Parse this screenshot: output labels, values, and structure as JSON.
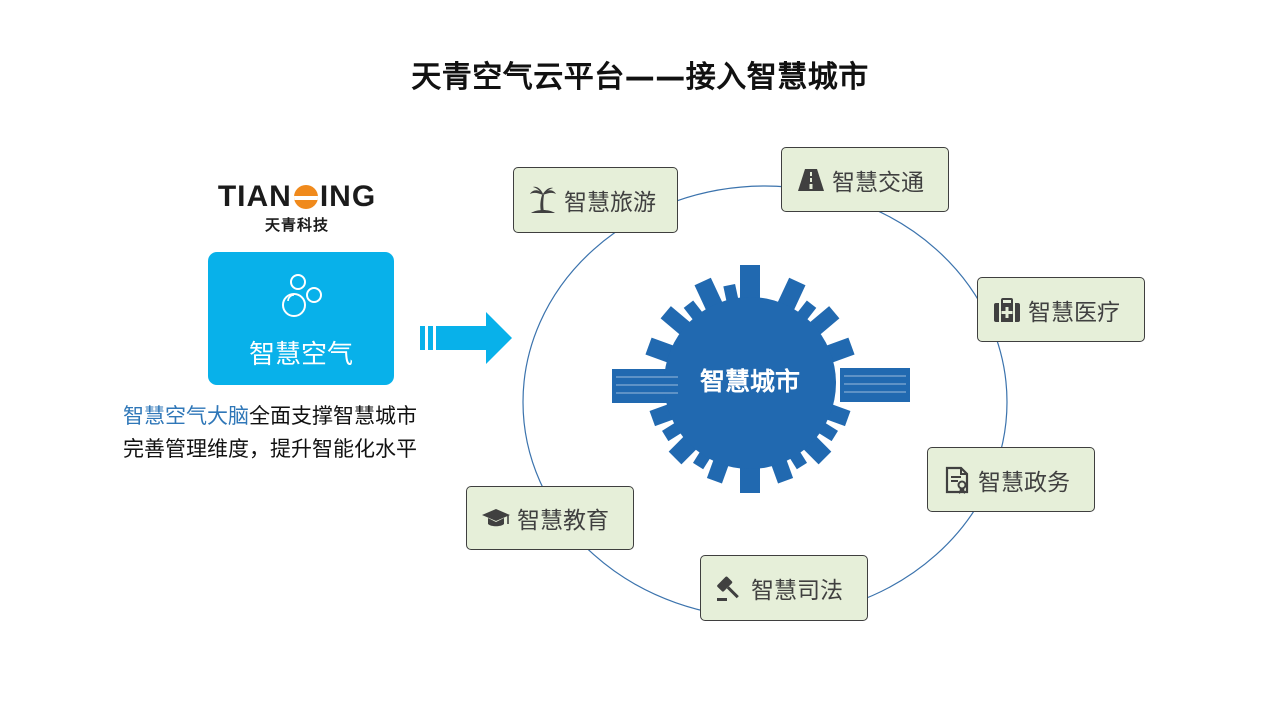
{
  "title": "天青空气云平台——接入智慧城市",
  "logo": {
    "word_left": "TIAN",
    "word_right": "ING",
    "sub": "天青科技"
  },
  "air_box": {
    "label": "智慧空气"
  },
  "description": {
    "line1_highlight": "智慧空气大脑",
    "line1_rest": "全面支撑智慧城市",
    "line2": "完善管理维度，提升智能化水平"
  },
  "center": {
    "label": "智慧城市"
  },
  "nodes": {
    "tourism": {
      "label": "智慧旅游",
      "icon": "palm-tree-icon"
    },
    "traffic": {
      "label": "智慧交通",
      "icon": "road-icon"
    },
    "medical": {
      "label": "智慧医疗",
      "icon": "medical-kit-icon"
    },
    "government": {
      "label": "智慧政务",
      "icon": "certificate-icon"
    },
    "justice": {
      "label": "智慧司法",
      "icon": "gavel-icon"
    },
    "education": {
      "label": "智慧教育",
      "icon": "graduation-cap-icon"
    }
  },
  "colors": {
    "accent_blue": "#08b1ea",
    "city_blue": "#2169b0",
    "node_fill": "#e6efd9",
    "highlight_text": "#2f77b8",
    "logo_orange": "#f08a1c"
  }
}
